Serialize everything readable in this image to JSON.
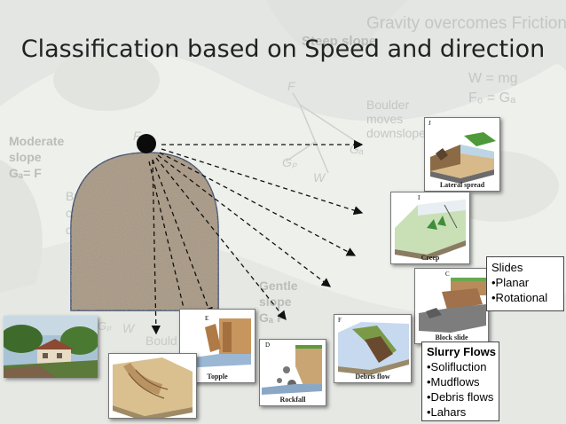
{
  "title": "Classification based on Speed and direction",
  "background_text": {
    "gravity_overcomes_friction": "Gravity overcomes Friction",
    "steep_slope": "Steep slope",
    "w_mg": "W = mg",
    "f0_gd": "F₀ = Gₐ",
    "boulder_moves_downslope": [
      "Boulder",
      "moves",
      "downslope"
    ],
    "moderate_slope": [
      "Moderate",
      "slope",
      "Gₐ= F"
    ],
    "gentle_slope": [
      "Gentle",
      "slope",
      "Gₐ F"
    ],
    "letter_f_top": "F",
    "letter_f_mid": "F",
    "letter_gp": "Gₚ",
    "letter_gd": "Gₐ",
    "letter_w": "W",
    "letter_w_bottom": "W",
    "letter_gp_bottom": "Gₚ",
    "boulder_bottom": "Bould",
    "br_fragment": [
      "Br",
      "c",
      "d"
    ]
  },
  "thumbnails": {
    "lateral_spread": {
      "letter": "J",
      "caption": "Lateral spread"
    },
    "creep": {
      "letter": "I",
      "caption": "Creep"
    },
    "block_slide": {
      "letter": "C",
      "caption": "Block slide"
    },
    "debris_flow": {
      "letter": "F",
      "caption": "Debris flow"
    },
    "rockfall": {
      "letter": "D",
      "caption": "Rockfall"
    },
    "topple": {
      "letter": "E",
      "caption": "Topple"
    }
  },
  "slides_box": {
    "header": "Slides",
    "items": [
      "•Planar",
      "•Rotational"
    ]
  },
  "slurry_box": {
    "header": "Slurry Flows",
    "items": [
      "•Solifluction",
      "•Mudflows",
      "•Debris flows",
      "•Lahars"
    ]
  },
  "colors": {
    "arrow": "#111111",
    "hill_texture": "#8d7b68",
    "boulder": "#0b0b0b",
    "title": "#222222"
  }
}
